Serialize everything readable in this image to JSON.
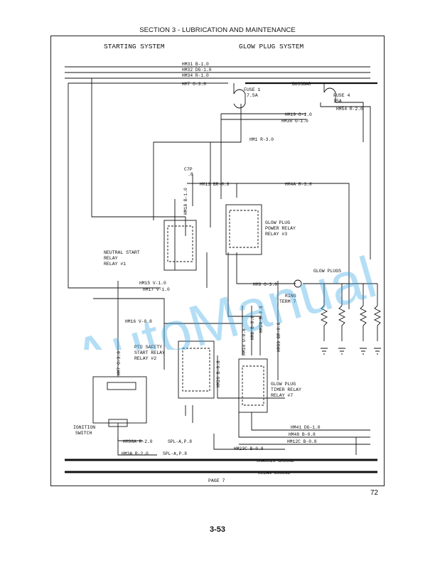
{
  "header": {
    "section_title": "SECTION 3 - LUBRICATION AND MAINTENANCE"
  },
  "footer": {
    "page_number": "72",
    "page_code": "3-53"
  },
  "watermark": {
    "text": "AutoManual",
    "color": "#3aa7e4"
  },
  "diagram": {
    "titles": {
      "starting": "STARTING SYSTEM",
      "glow_plug": "GLOW PLUG SYSTEM"
    },
    "wires": {
      "hm31": "HM31 B-1.0",
      "hm32": "HM32 DG-1.0",
      "hm34": "HM34 R-1.0",
      "hm7": "HM7 O-3.0",
      "bussbar": "BUSSBAR",
      "hm54": "HM54 R-2.0",
      "hm19": "HM19 O-1.0",
      "hm38": "HM38 O-1.0",
      "hm1": "HM1 R-3.0",
      "hm13": "HM13 BR-0.8",
      "hm4a": "HM4A R-3.0",
      "hm18": "HM18 B-1.0",
      "hm15": "HM15 V-1.0",
      "hm17": "HM17 V-1.0",
      "hm9": "HM9 O-3.0",
      "hm16": "HM16 V-0.8",
      "hm7b": "HM7 O-3.0",
      "hm10": "HM10 O-0.8",
      "hm8": "HM8 B-0.8",
      "hm28": "HM28 B-0.8",
      "hm99": "HM99 BR-0.8",
      "hm26": "HM26 B-0.8",
      "hm41": "HM41 DG-1.0",
      "hm48": "HM48 B-0.8",
      "hm12c": "HM12C B-0.8",
      "hm23c": "HM23C B-0.8",
      "hm98a": "HM98A R-2.0",
      "spl_a": "SPL-A,P.8",
      "hm3a": "HM3A R-2.0",
      "spl_a2": "SPL-A,P.8",
      "chassis": "CHASSIS GROUND",
      "clean": "CLEAN GROUND"
    },
    "labels": {
      "fuse1": "FUSE 1",
      "fuse1_val": "7.5A",
      "fuse4": "FUSE 4",
      "fuse4_val": "15A",
      "c7p": "C7P",
      "c7p_pg": ".8",
      "neutral1": "NEUTRAL START",
      "neutral2": "RELAY",
      "neutral3": "RELAY #1",
      "gp_power1": "GLOW PLUG",
      "gp_power2": "POWER RELAY",
      "gp_power3": "RELAY #3",
      "glow_plugs": "GLOW PLUGS",
      "ring1": "RING",
      "ring2": "TERM 7",
      "pto1": "PTO SAFETY",
      "pto2": "START RELAY",
      "pto3": "RELAY #2",
      "gp_timer1": "GLOW PLUG",
      "gp_timer2": "TIMER RELAY",
      "gp_timer3": "RELAY #7",
      "ign1": "IGNITION",
      "ign2": "SWITCH",
      "page7": "PAGE 7"
    }
  }
}
